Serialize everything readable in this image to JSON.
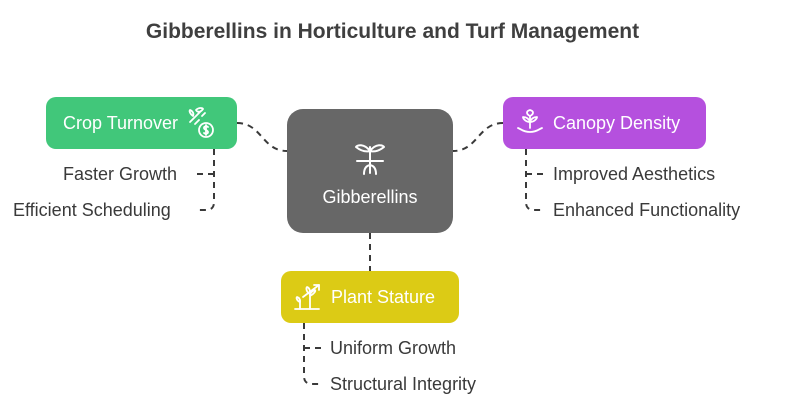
{
  "title": "Gibberellins in Horticulture and Turf Management",
  "center": {
    "label": "Gibberellins",
    "icon": "sprout-roots-icon"
  },
  "branches": {
    "crop_turnover": {
      "label": "Crop Turnover",
      "icon": "plant-dollar-icon",
      "color": "#41c77a",
      "items": [
        "Faster Growth",
        "Efficient Scheduling"
      ]
    },
    "canopy_density": {
      "label": "Canopy Density",
      "icon": "plant-hand-icon",
      "color": "#b550de",
      "items": [
        "Improved Aesthetics",
        "Enhanced Functionality"
      ]
    },
    "plant_stature": {
      "label": "Plant Stature",
      "icon": "plant-growth-icon",
      "color": "#dccb15",
      "items": [
        "Uniform Growth",
        "Structural Integrity"
      ]
    }
  }
}
